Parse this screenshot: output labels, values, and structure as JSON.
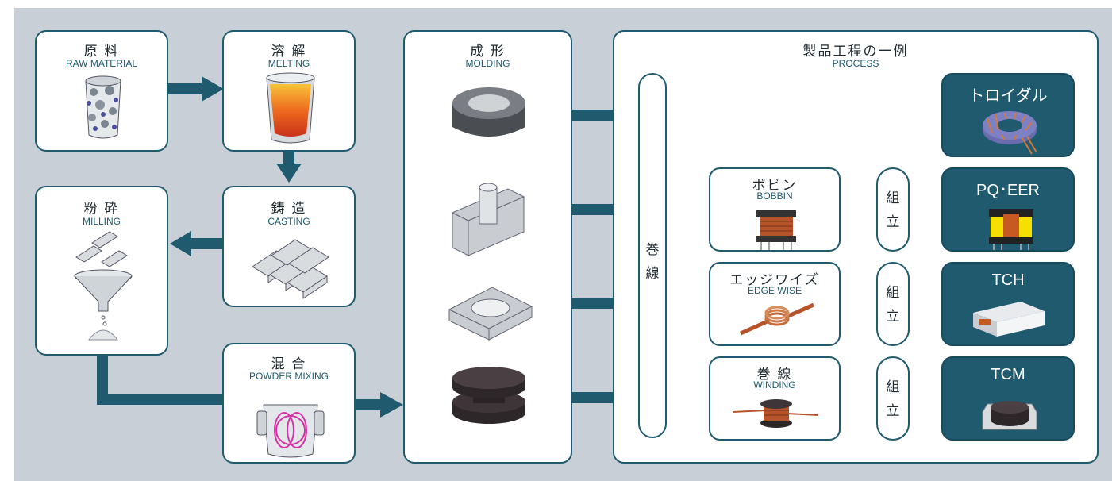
{
  "colors": {
    "arrow": "#1f5a6e",
    "background": "#c8cfd6",
    "box_border": "#1f5a6e",
    "dark_box": "#1f5a6e"
  },
  "steps": {
    "raw_material": {
      "jp": "原 料",
      "en": "RAW MATERIAL"
    },
    "melting": {
      "jp": "溶 解",
      "en": "MELTING"
    },
    "casting": {
      "jp": "鋳 造",
      "en": "CASTING"
    },
    "milling": {
      "jp": "粉 砕",
      "en": "MILLING"
    },
    "powder_mixing": {
      "jp": "混 合",
      "en": "POWDER MIXING"
    },
    "molding": {
      "jp": "成 形",
      "en": "MOLDING"
    }
  },
  "process": {
    "title_jp": "製品工程の一例",
    "title_en": "PROCESS",
    "winding_column": "巻\n線",
    "sub_steps": [
      {
        "jp": "ボビン",
        "en": "BOBBIN"
      },
      {
        "jp": "エッジワイズ",
        "en": "EDGE WISE"
      },
      {
        "jp": "巻 線",
        "en": "WINDING"
      }
    ],
    "assembly_label": "組\n立",
    "products": [
      "トロイダル",
      "PQ･EER",
      "TCH",
      "TCM"
    ]
  }
}
